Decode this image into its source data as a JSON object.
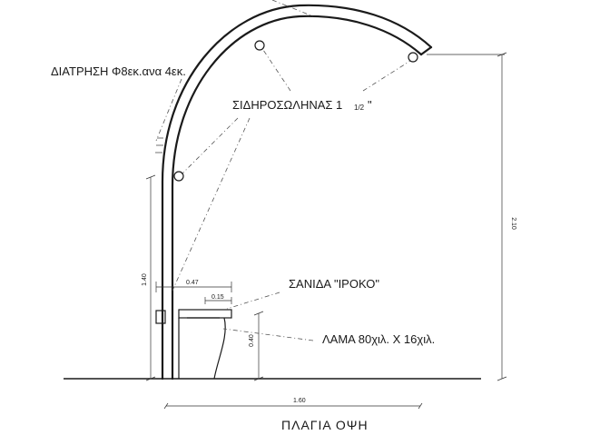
{
  "title": "ΠΛΑΓΙΑ ΟΨΗ",
  "annotations": {
    "drill": "ΔΙΑΤΡΗΣΗ Φ8εκ.ανα 4εκ.",
    "pipe": "ΣΙΔΗΡΟΣΩΛΗΝΑΣ 1",
    "pipe_fraction": "1/2",
    "pipe_quote": "\"",
    "plank": "ΣΑΝΙΔΑ \"ΙΡΟΚΟ\"",
    "flat_bar": "ΛΑΜΑ 80χιλ. Χ 16χιλ."
  },
  "dimensions": {
    "total_height": "2.10",
    "post_height": "1.40",
    "seat_depth": "0.47",
    "plank_width": "0.15",
    "seat_height": "0.40",
    "base_width": "1.60"
  }
}
